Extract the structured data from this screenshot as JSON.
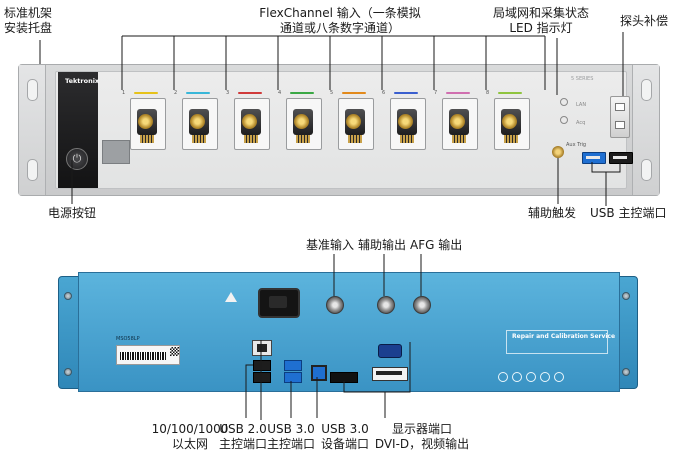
{
  "front_labels": {
    "rack_mount": [
      "标准机架",
      "安装托盘"
    ],
    "flexchannel": [
      "FlexChannel 输入（一条模拟",
      "通道或八条数字通道）"
    ],
    "lan_acq_led": [
      "局域网和采集状态",
      "LED 指示灯"
    ],
    "probe_comp": "探头补偿",
    "power_button": "电源按钮",
    "aux_trig": "辅助触发",
    "usb_host": "USB 主控端口"
  },
  "rear_labels": {
    "ref_in": "基准输入",
    "aux_out": "辅助输出",
    "afg_out": "AFG 输出",
    "ethernet": [
      "10/100/1000",
      "以太网"
    ],
    "usb2_host": [
      "USB 2.0",
      "主控端口"
    ],
    "usb3_host": [
      "USB 3.0",
      "主控端口"
    ],
    "usb3_device": [
      "USB 3.0",
      "设备端口"
    ],
    "display_ports": [
      "显示器端口",
      "DVI-D，视频输出"
    ]
  },
  "front_panel": {
    "logo": "Tektronix",
    "series": "5 SERIES",
    "lan_led": "LAN",
    "acq_led": "Acq",
    "aux_trig_label": "Aux Trig",
    "channel_numbers": [
      "1",
      "2",
      "3",
      "4",
      "5",
      "6",
      "7",
      "8"
    ],
    "channel_colors": [
      "#e6c21a",
      "#39b7d9",
      "#d03a3a",
      "#3aa845",
      "#e28a1c",
      "#3a5fcf",
      "#d06fb0",
      "#8fc43f"
    ]
  },
  "rear_panel": {
    "model_label": "MSO58LP",
    "service_title": "Repair and Calibration Service"
  },
  "colors": {
    "rear_blue": "#3a93c4",
    "front_grey": "#e2e3e3",
    "usb3_blue": "#1f6fd1"
  }
}
